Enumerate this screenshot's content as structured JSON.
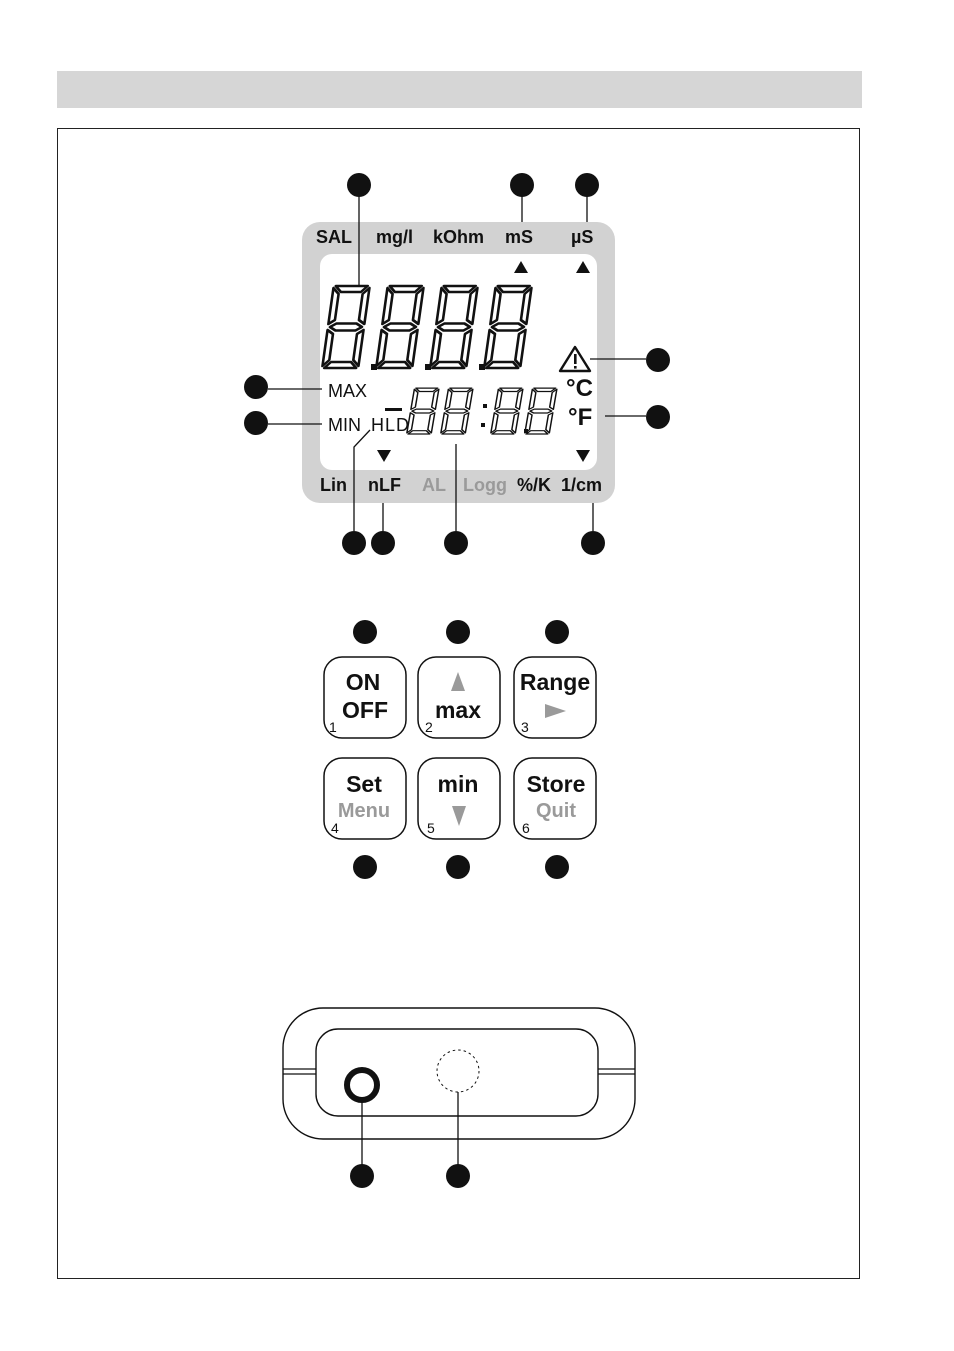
{
  "lcd": {
    "top_units": [
      "SAL",
      "mg/l",
      "kOhm",
      "mS",
      "µS"
    ],
    "bottom_units": [
      {
        "label": "Lin",
        "active": true
      },
      {
        "label": "nLF",
        "active": true
      },
      {
        "label": "AL",
        "active": false
      },
      {
        "label": "Logg",
        "active": false
      },
      {
        "label": "%/K",
        "active": true
      },
      {
        "label": "1/cm",
        "active": true
      }
    ],
    "max_label": "MAX",
    "min_label": "MIN",
    "hld_label": "HLD",
    "celsius_label": "°C",
    "fahrenheit_label": "°F",
    "main_digits": "8888",
    "secondary_digits": "88:88"
  },
  "keypad": {
    "keys": [
      {
        "main": "ON",
        "second": "OFF",
        "number": "1",
        "second_gray": false
      },
      {
        "main": "▲",
        "second": "max",
        "number": "2",
        "second_gray": false,
        "main_gray": true
      },
      {
        "main": "Range",
        "second": "►",
        "number": "3",
        "second_gray": true
      },
      {
        "main": "Set",
        "second": "Menu",
        "number": "4",
        "second_gray": true
      },
      {
        "main": "min",
        "second": "▼",
        "number": "5",
        "second_gray": true
      },
      {
        "main": "Store",
        "second": "Quit",
        "number": "6",
        "second_gray": true
      }
    ]
  },
  "colors": {
    "lcd_bezel": "#d2d2d2",
    "header_bar": "#d6d6d6",
    "inactive_gray": "#9a9a9a"
  }
}
